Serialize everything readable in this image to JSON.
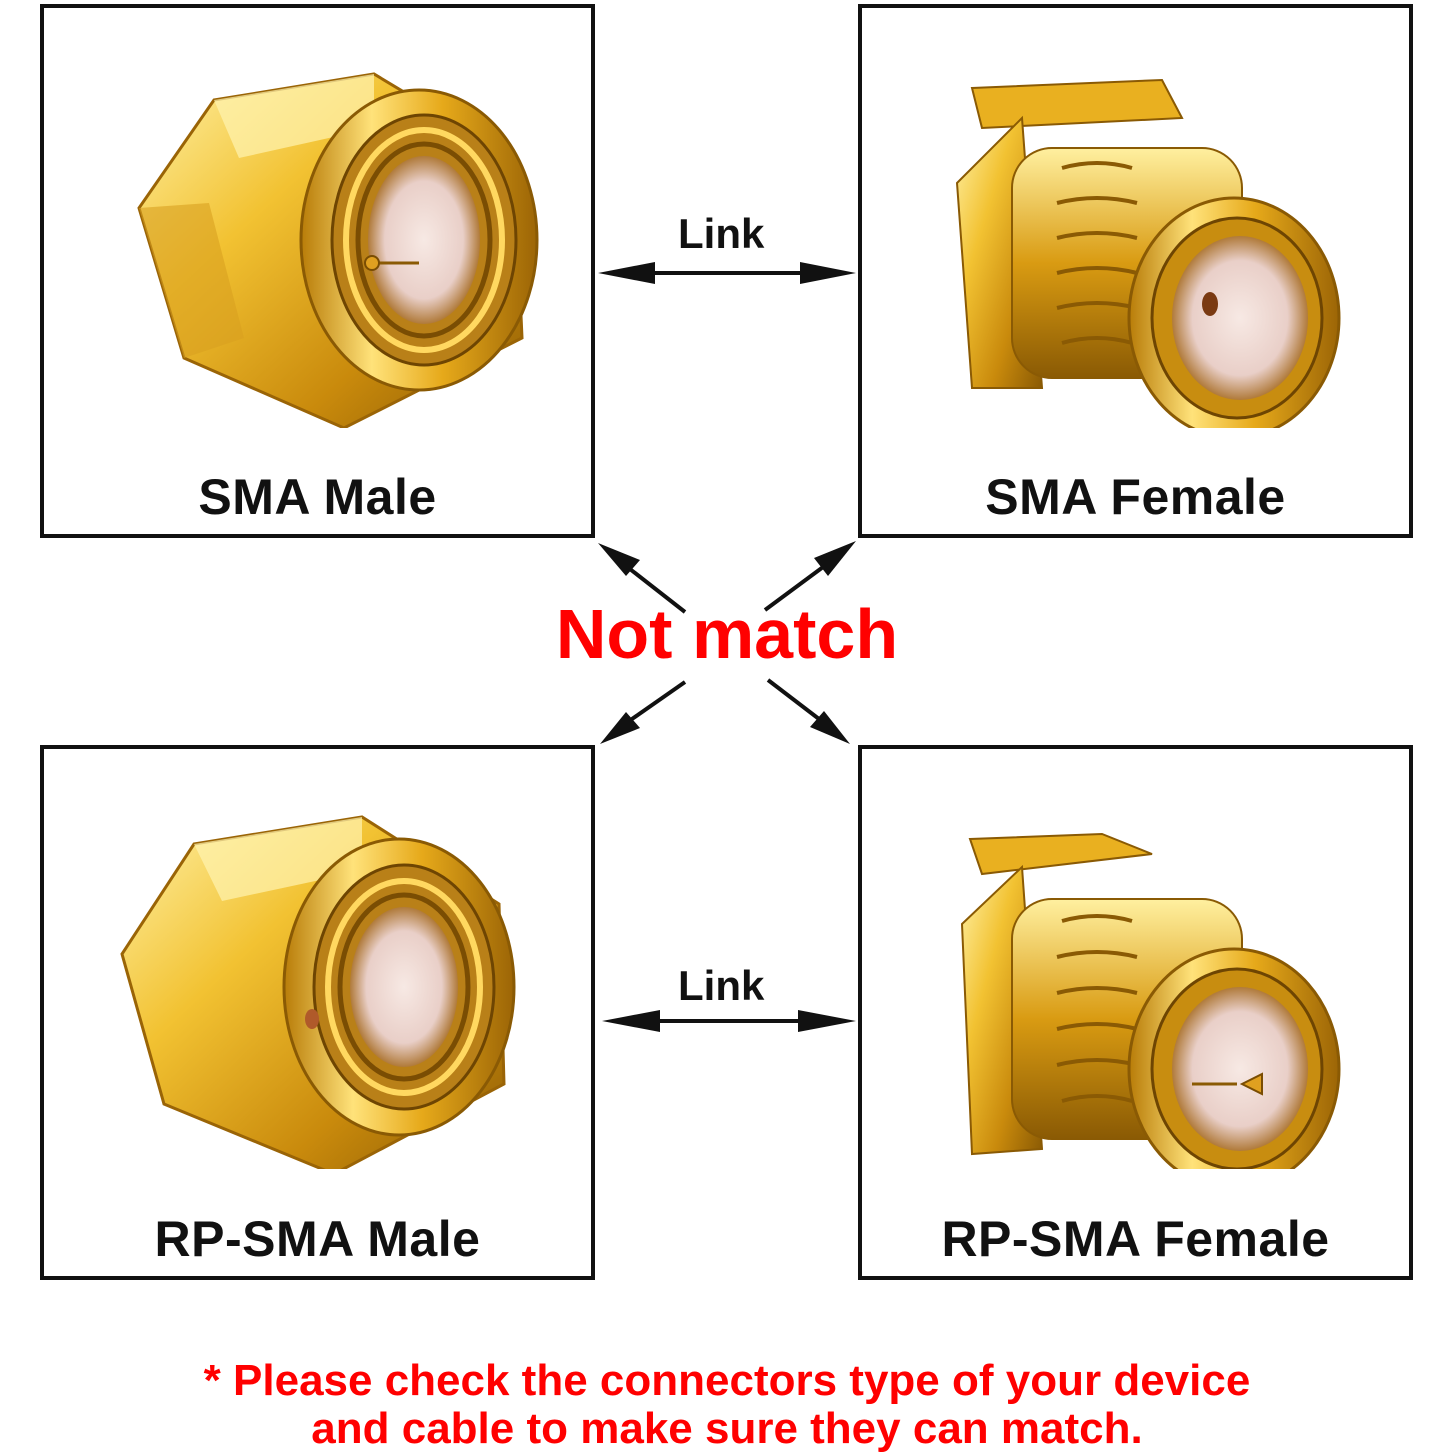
{
  "panels": {
    "sma_male": "SMA Male",
    "sma_female": "SMA Female",
    "rp_sma_male": "RP-SMA Male",
    "rp_sma_female": "RP-SMA Female"
  },
  "links": {
    "top": "Link",
    "bottom": "Link"
  },
  "center_label": "Not match",
  "note": {
    "line1": "* Please check the connectors type of your device",
    "line2": "and cable to make sure they can match."
  },
  "colors": {
    "gold": "#e8b11c",
    "gold_dark": "#a86e06",
    "warning_red": "#ff0000",
    "frame": "#111111"
  }
}
